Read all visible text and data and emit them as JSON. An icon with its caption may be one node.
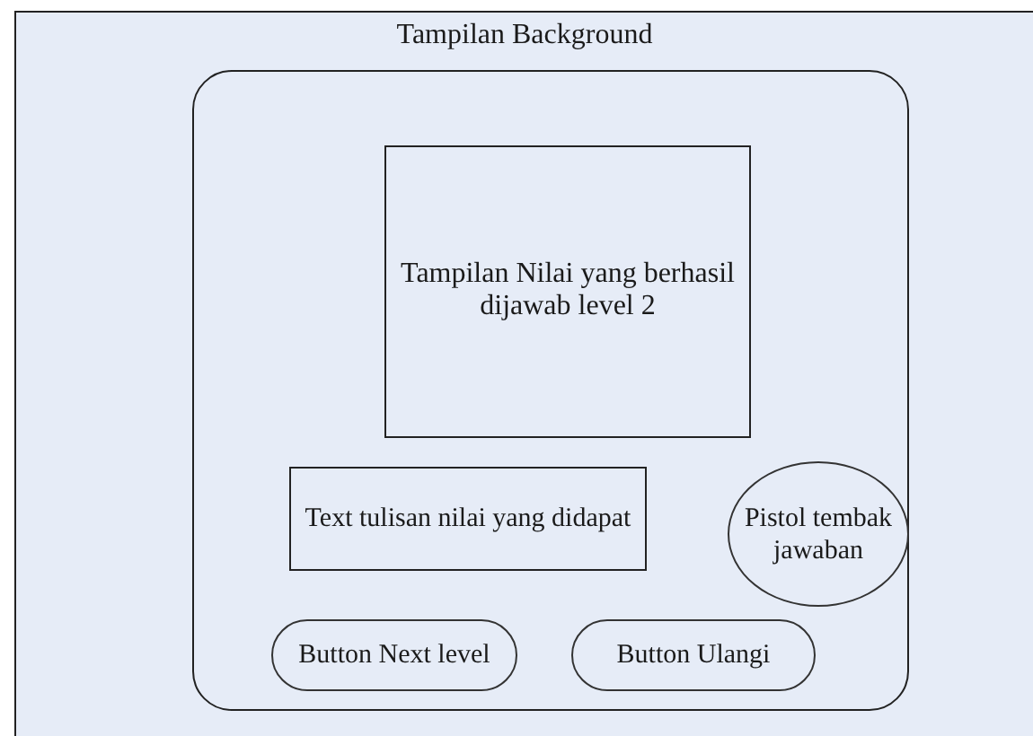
{
  "diagram": {
    "nodes": [
      {
        "text": [
          "Tampilan Background"
        ]
      },
      {
        "text": [],
        "shape": "box",
        "in": 0
      },
      {
        "text": [
          "Tampilan Nilai yang berhasil dijawab level 2"
        ],
        "in": 1
      },
      {
        "text": [
          "Text tulisan nilai yang didapat"
        ],
        "in": 1
      },
      {
        "text": [
          "Pistol tembak jawaban"
        ],
        "in": 1
      },
      {
        "text": [
          "Button Next level"
        ],
        "in": 1
      },
      {
        "text": [
          "Button Ulangi"
        ],
        "in": 1
      }
    ]
  }
}
